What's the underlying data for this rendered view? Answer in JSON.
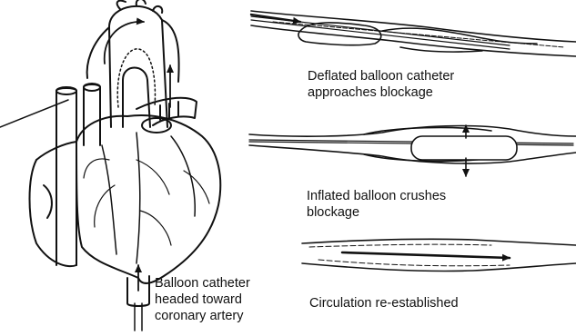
{
  "labels": {
    "catheter": [
      "Balloon catheter",
      "headed toward",
      "coronary artery"
    ],
    "panel1": [
      "Deflated balloon catheter",
      "approaches blockage"
    ],
    "panel2": [
      "Inflated balloon crushes",
      "blockage"
    ],
    "panel3": [
      "Circulation re-established"
    ]
  }
}
